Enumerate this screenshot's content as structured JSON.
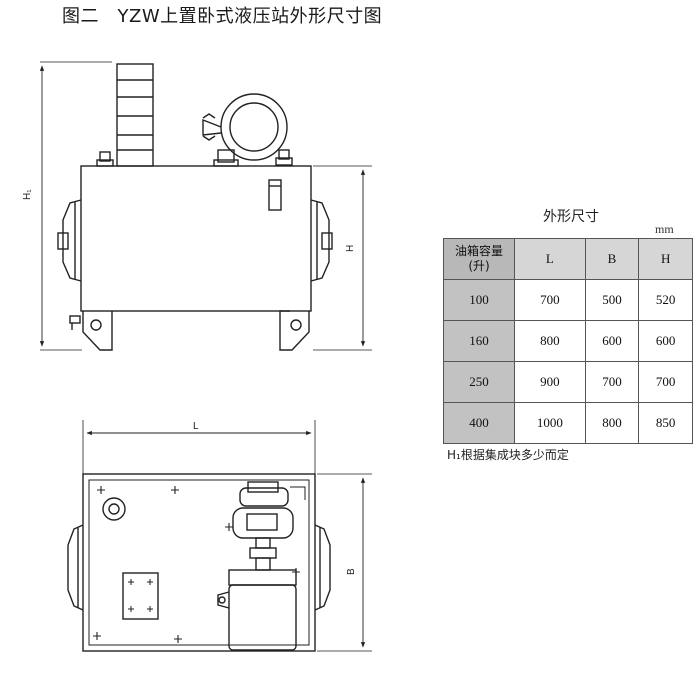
{
  "figure": {
    "title": "图二　YZW上置卧式液压站外形尺寸图"
  },
  "drawing": {
    "front_view": {
      "dim_h1": "H₁",
      "dim_h": "H"
    },
    "top_view": {
      "dim_l": "L",
      "dim_b": "B"
    }
  },
  "dimension_table": {
    "title": "外形尺寸",
    "unit": "mm",
    "header_line1": "油箱容量",
    "header_line2": "(升)",
    "columns": [
      "L",
      "B",
      "H"
    ],
    "rows": [
      {
        "capacity": "100",
        "L": "700",
        "B": "500",
        "H": "520"
      },
      {
        "capacity": "160",
        "L": "800",
        "B": "600",
        "H": "600"
      },
      {
        "capacity": "250",
        "L": "900",
        "B": "700",
        "H": "700"
      },
      {
        "capacity": "400",
        "L": "1000",
        "B": "800",
        "H": "850"
      }
    ],
    "note": "H₁根据集成块多少而定"
  }
}
